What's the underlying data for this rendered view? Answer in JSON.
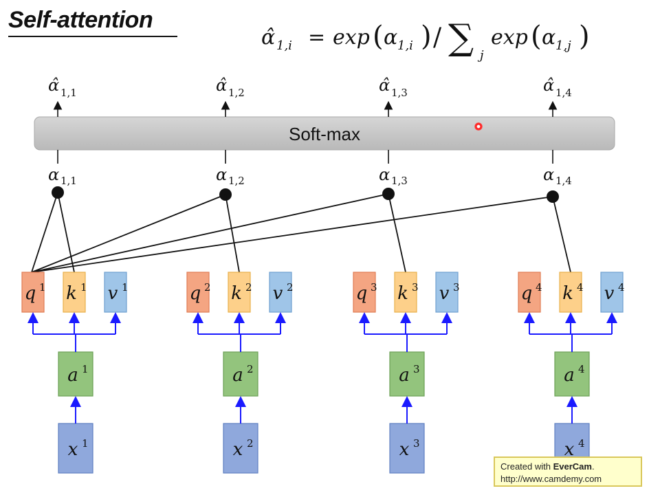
{
  "slide": {
    "title": "Self-attention",
    "formula": {
      "lhs": "α̂",
      "lhs_sub": "1,i",
      "eq": "=",
      "exp1": "exp",
      "alpha1": "α",
      "alpha1_sub": "1,i",
      "slash": "/",
      "sum": "∑",
      "sum_sub": "j",
      "exp2": "exp",
      "alpha2": "α",
      "alpha2_sub": "1,j"
    },
    "softmax_label": "Soft-max",
    "outputs": [
      {
        "sym": "α̂",
        "sub": "1,1"
      },
      {
        "sym": "α̂",
        "sub": "1,2"
      },
      {
        "sym": "α̂",
        "sub": "1,3"
      },
      {
        "sym": "α̂",
        "sub": "1,4"
      }
    ],
    "scores": [
      {
        "sym": "α",
        "sub": "1,1"
      },
      {
        "sym": "α",
        "sub": "1,2"
      },
      {
        "sym": "α",
        "sub": "1,3"
      },
      {
        "sym": "α",
        "sub": "1,4"
      }
    ],
    "columns": [
      {
        "q": "q",
        "k": "k",
        "v": "v",
        "a": "a",
        "x": "x",
        "idx": "1"
      },
      {
        "q": "q",
        "k": "k",
        "v": "v",
        "a": "a",
        "x": "x",
        "idx": "2"
      },
      {
        "q": "q",
        "k": "k",
        "v": "v",
        "a": "a",
        "x": "x",
        "idx": "3"
      },
      {
        "q": "q",
        "k": "k",
        "v": "v",
        "a": "a",
        "x": "x",
        "idx": "4"
      }
    ],
    "colors": {
      "q_fill": "#f4a582",
      "q_stroke": "#e07b54",
      "k_fill": "#fdd08a",
      "k_stroke": "#e8b04a",
      "v_fill": "#9fc5e8",
      "v_stroke": "#6fa0cf",
      "a_fill": "#93c47d",
      "a_stroke": "#6a9f55",
      "x_fill": "#8fa8dc",
      "x_stroke": "#5f7fc0",
      "arrow_blue": "#1a1aff",
      "bar_fill": "#c8c8c8"
    },
    "watermark": {
      "line1_prefix": "Created with ",
      "line1_brand": "EverCam",
      "line1_suffix": ".",
      "line2": "http://www.camdemy.com"
    }
  }
}
